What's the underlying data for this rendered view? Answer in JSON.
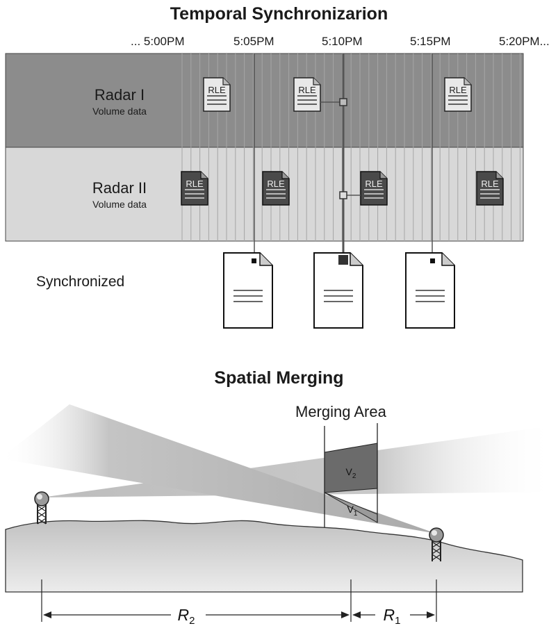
{
  "temporal": {
    "title": "Temporal Synchronizarion",
    "times": [
      "... 5:00PM",
      "5:05PM",
      "5:10PM",
      "5:15PM",
      "5:20PM..."
    ],
    "radar1": {
      "title": "Radar I",
      "subtitle": "Volume data"
    },
    "radar2": {
      "title": "Radar II",
      "subtitle": "Volume data"
    },
    "file_tag": "RLE",
    "synchronized_label": "Synchronized"
  },
  "spatial": {
    "title": "Spatial Merging",
    "merging_area_label": "Merging Area",
    "v2_label": "V",
    "v2_sub": "2",
    "v1_label": "V",
    "v1_sub": "1",
    "r2_label": "R",
    "r2_sub": "2",
    "r1_label": "R",
    "r1_sub": "1"
  },
  "colors": {
    "radar1_band": "#8c8c8c",
    "radar2_band": "#d8d8d8",
    "dark_file": "#4a4a4a",
    "light_file": "#e6e6e6",
    "v2_fill": "#6b6b6b",
    "v1_fill": "#9a9a9a"
  },
  "icons": [
    "rle-document-icon",
    "synchronized-document-icon",
    "radar-tower-icon"
  ]
}
